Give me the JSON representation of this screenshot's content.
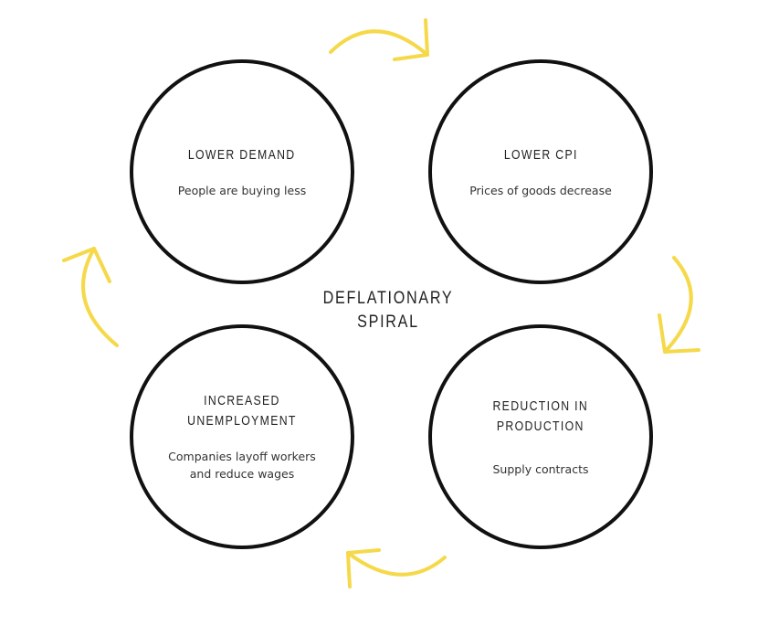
{
  "center_label": "DEFLATIONARY\nSPIRAL",
  "nodes": [
    {
      "title": "LOWER DEMAND",
      "desc": "People are buying less"
    },
    {
      "title": "LOWER CPI",
      "desc": "Prices of goods decrease"
    },
    {
      "title": "REDUCTION IN\nPRODUCTION",
      "desc": "Supply contracts"
    },
    {
      "title": "INCREASED\nUNEMPLOYMENT",
      "desc": "Companies layoff workers\nand reduce wages"
    }
  ],
  "colors": {
    "arrow": "#f5d94a",
    "circle": "#111111"
  }
}
